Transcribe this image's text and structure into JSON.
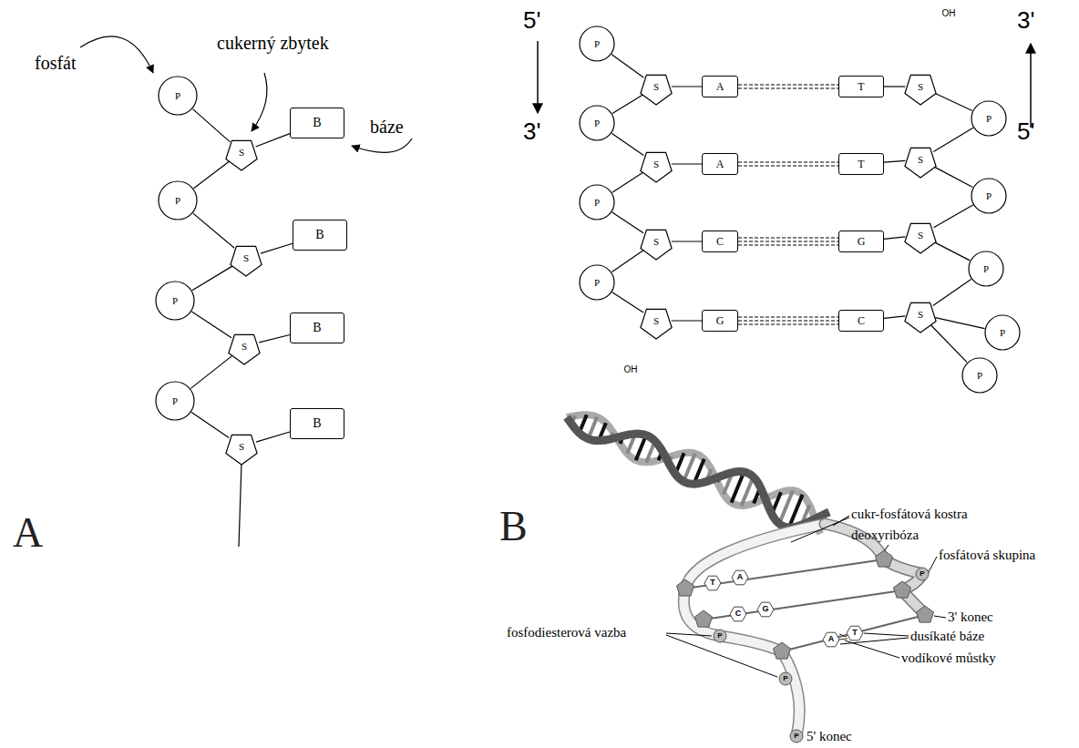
{
  "diagram": {
    "nodes": [
      {
        "text": [
          "P"
        ]
      },
      {
        "text": [
          "S"
        ]
      },
      {
        "text": [
          "B"
        ]
      },
      {
        "text": [
          "P"
        ]
      },
      {
        "text": [
          "S"
        ]
      },
      {
        "text": [
          "B"
        ]
      },
      {
        "text": [
          "P"
        ]
      },
      {
        "text": [
          "S"
        ]
      },
      {
        "text": [
          "B"
        ]
      },
      {
        "text": [
          "P"
        ]
      },
      {
        "text": [
          "S"
        ]
      },
      {
        "text": [
          "B"
        ]
      },
      {
        "text": [
          "P"
        ]
      },
      {
        "text": [
          "S"
        ]
      },
      {
        "text": [
          "A"
        ]
      },
      {
        "text": [
          "T"
        ]
      },
      {
        "text": [
          "P"
        ]
      },
      {
        "text": [
          "S"
        ]
      },
      {
        "text": [
          "A"
        ]
      },
      {
        "text": [
          "T"
        ]
      },
      {
        "text": [
          "P"
        ]
      },
      {
        "text": [
          "S"
        ]
      },
      {
        "text": [
          "C"
        ]
      },
      {
        "text": [
          "G"
        ]
      },
      {
        "text": [
          "P"
        ]
      },
      {
        "text": [
          "S"
        ]
      },
      {
        "text": [
          "G"
        ]
      },
      {
        "text": [
          "C"
        ]
      },
      {
        "text": [
          "S"
        ]
      },
      {
        "text": [
          "S"
        ]
      },
      {
        "text": [
          "S"
        ]
      },
      {
        "text": [
          "S"
        ]
      },
      {
        "text": [
          "P"
        ]
      },
      {
        "text": [
          "P"
        ]
      },
      {
        "text": [
          "P"
        ]
      },
      {
        "text": [
          "P"
        ]
      },
      {
        "text": [
          "P"
        ]
      }
    ],
    "edges": [
      {
        "from": 0,
        "to": 1,
        "arrow": "none"
      },
      {
        "from": 1,
        "to": 2,
        "arrow": "none"
      },
      {
        "from": 1,
        "to": 3,
        "arrow": "none"
      },
      {
        "from": 3,
        "to": 4,
        "arrow": "none"
      },
      {
        "from": 4,
        "to": 5,
        "arrow": "none"
      },
      {
        "from": 4,
        "to": 6,
        "arrow": "none"
      },
      {
        "from": 6,
        "to": 7,
        "arrow": "none"
      },
      {
        "from": 7,
        "to": 8,
        "arrow": "none"
      },
      {
        "from": 7,
        "to": 9,
        "arrow": "none"
      },
      {
        "from": 9,
        "to": 10,
        "arrow": "none"
      },
      {
        "from": 10,
        "to": 11,
        "arrow": "none"
      },
      {
        "from": 12,
        "to": 13,
        "arrow": "none"
      },
      {
        "from": 13,
        "to": 14,
        "arrow": "none"
      },
      {
        "from": 14,
        "to": 15,
        "arrow": "none"
      },
      {
        "from": 13,
        "to": 16,
        "arrow": "none"
      },
      {
        "from": 16,
        "to": 17,
        "arrow": "none"
      },
      {
        "from": 17,
        "to": 18,
        "arrow": "none"
      },
      {
        "from": 18,
        "to": 19,
        "arrow": "none"
      },
      {
        "from": 17,
        "to": 20,
        "arrow": "none"
      },
      {
        "from": 20,
        "to": 21,
        "arrow": "none"
      },
      {
        "from": 21,
        "to": 22,
        "arrow": "none"
      },
      {
        "from": 22,
        "to": 23,
        "arrow": "none"
      },
      {
        "from": 21,
        "to": 24,
        "arrow": "none"
      },
      {
        "from": 24,
        "to": 25,
        "arrow": "none"
      },
      {
        "from": 25,
        "to": 26,
        "arrow": "none"
      },
      {
        "from": 26,
        "to": 27,
        "arrow": "none"
      },
      {
        "from": 15,
        "to": 28,
        "arrow": "none"
      },
      {
        "from": 19,
        "to": 29,
        "arrow": "none"
      },
      {
        "from": 23,
        "to": 30,
        "arrow": "none"
      },
      {
        "from": 27,
        "to": 31,
        "arrow": "none"
      },
      {
        "from": 28,
        "to": 32,
        "arrow": "none"
      },
      {
        "from": 32,
        "to": 29,
        "arrow": "none"
      },
      {
        "from": 29,
        "to": 33,
        "arrow": "none"
      },
      {
        "from": 33,
        "to": 30,
        "arrow": "none"
      },
      {
        "from": 30,
        "to": 34,
        "arrow": "none"
      },
      {
        "from": 34,
        "to": 31,
        "arrow": "none"
      },
      {
        "from": 31,
        "to": 35,
        "arrow": "none"
      },
      {
        "from": 31,
        "to": 36,
        "arrow": "none"
      }
    ],
    "labels": [
      "fosfát",
      "cukerný zbytek",
      "báze",
      "A",
      "5'",
      "3'",
      "3'",
      "5'",
      "OH",
      "OH",
      "B",
      "cukr-fosfátová kostra",
      "deoxyribóza",
      "fosfátová skupina",
      "3' konec",
      "fosfodiesterová vazba",
      "dusíkaté báze",
      "vodíkové můstky",
      "5' konec",
      "T",
      "A",
      "C",
      "G",
      "A",
      "T",
      "P",
      "P",
      "P",
      "P"
    ]
  }
}
